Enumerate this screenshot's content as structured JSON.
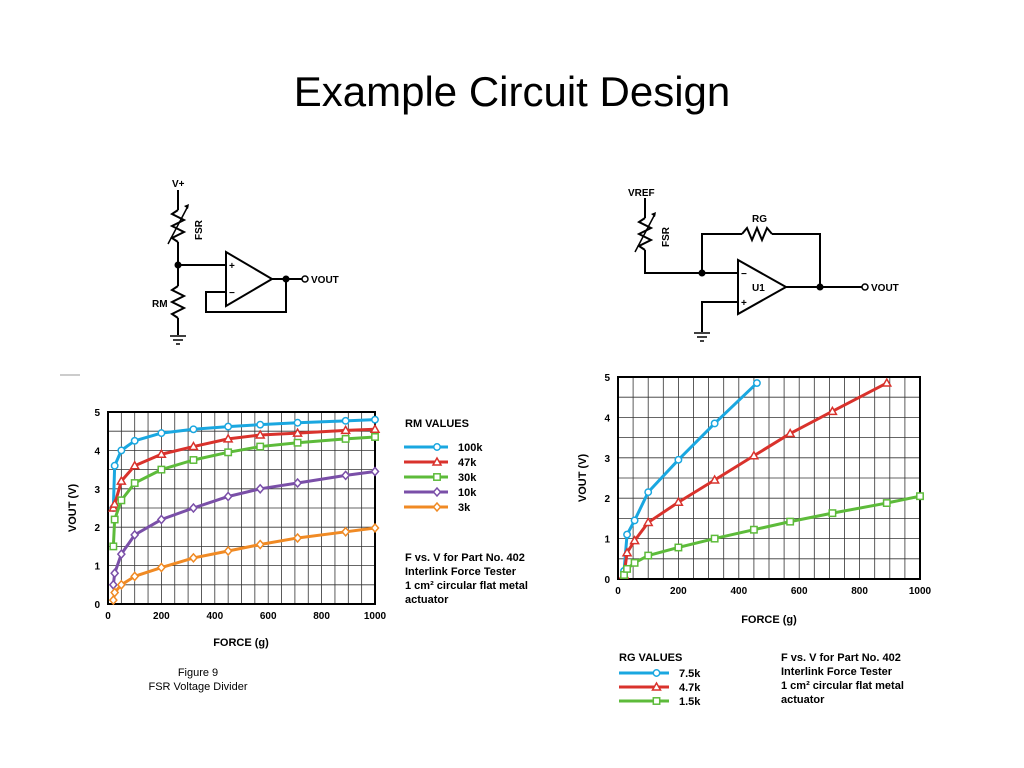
{
  "slide": {
    "title": "Example Circuit Design"
  },
  "circuit_left": {
    "supply_label": "V+",
    "sensor_label": "FSR",
    "resistor_label": "RM",
    "output_label": "VOUT",
    "opamp_plus": "+",
    "opamp_minus": "−"
  },
  "circuit_right": {
    "ref_label": "VREF",
    "sensor_label": "FSR",
    "feedback_label": "RG",
    "amp_label": "U1",
    "output_label": "VOUT",
    "opamp_plus": "+",
    "opamp_minus": "−"
  },
  "chart_data": [
    {
      "type": "line",
      "xlabel": "FORCE (g)",
      "ylabel": "VOUT (V)",
      "xlim": [
        0,
        1000
      ],
      "ylim": [
        0,
        5
      ],
      "xticks": [
        "0",
        "200",
        "400",
        "600",
        "800",
        "1000"
      ],
      "yticks": [
        "0",
        "1",
        "2",
        "3",
        "4",
        "5"
      ],
      "grid": true,
      "legend_title": "RM VALUES",
      "legend_position": "right",
      "note_lines": [
        "F vs. V for Part No. 402",
        "Interlink Force Tester",
        "1 cm² circular flat metal",
        "actuator"
      ],
      "caption_lines": [
        "Figure 9",
        "FSR Voltage Divider"
      ],
      "series": [
        {
          "name": "100k",
          "color": "#1aa7e0",
          "marker": "circle",
          "x": [
            20,
            25,
            50,
            100,
            200,
            320,
            450,
            570,
            710,
            890,
            1000
          ],
          "y": [
            2.5,
            3.6,
            4.0,
            4.25,
            4.45,
            4.55,
            4.62,
            4.67,
            4.72,
            4.77,
            4.8
          ]
        },
        {
          "name": "47k",
          "color": "#d9322c",
          "marker": "triangle",
          "x": [
            20,
            25,
            50,
            100,
            200,
            320,
            450,
            570,
            710,
            890,
            1000
          ],
          "y": [
            2.5,
            2.6,
            3.2,
            3.6,
            3.9,
            4.1,
            4.3,
            4.4,
            4.45,
            4.52,
            4.55
          ]
        },
        {
          "name": "30k",
          "color": "#5dbb3a",
          "marker": "square",
          "x": [
            20,
            25,
            50,
            100,
            200,
            320,
            450,
            570,
            710,
            890,
            1000
          ],
          "y": [
            1.5,
            2.2,
            2.7,
            3.15,
            3.5,
            3.75,
            3.95,
            4.1,
            4.2,
            4.3,
            4.35
          ]
        },
        {
          "name": "10k",
          "color": "#7a4fa8",
          "marker": "diamond",
          "x": [
            20,
            25,
            50,
            100,
            200,
            320,
            450,
            570,
            710,
            890,
            1000
          ],
          "y": [
            0.5,
            0.8,
            1.3,
            1.8,
            2.2,
            2.5,
            2.8,
            3.0,
            3.15,
            3.35,
            3.45
          ]
        },
        {
          "name": "3k",
          "color": "#f08a24",
          "marker": "diamond",
          "x": [
            20,
            25,
            50,
            100,
            200,
            320,
            450,
            570,
            710,
            890,
            1000
          ],
          "y": [
            0.1,
            0.3,
            0.5,
            0.72,
            0.95,
            1.2,
            1.38,
            1.55,
            1.72,
            1.88,
            1.98
          ]
        }
      ]
    },
    {
      "type": "line",
      "xlabel": "FORCE (g)",
      "ylabel": "VOUT (V)",
      "xlim": [
        0,
        1000
      ],
      "ylim": [
        0,
        5
      ],
      "xticks": [
        "0",
        "200",
        "400",
        "600",
        "800",
        "1000"
      ],
      "yticks": [
        "0",
        "1",
        "2",
        "3",
        "4",
        "5"
      ],
      "grid": true,
      "legend_title": "RG VALUES",
      "legend_position": "bottom",
      "note_lines": [
        "F vs. V for Part No. 402",
        "Interlink Force Tester",
        "1 cm² circular flat metal",
        "actuator"
      ],
      "series": [
        {
          "name": "7.5k",
          "color": "#1aa7e0",
          "marker": "circle",
          "x": [
            20,
            30,
            55,
            100,
            200,
            320,
            460
          ],
          "y": [
            0.2,
            1.1,
            1.45,
            2.15,
            2.95,
            3.85,
            4.85
          ]
        },
        {
          "name": "4.7k",
          "color": "#d9322c",
          "marker": "triangle",
          "x": [
            20,
            30,
            55,
            100,
            200,
            320,
            450,
            570,
            710,
            890
          ],
          "y": [
            0.1,
            0.65,
            0.95,
            1.4,
            1.9,
            2.45,
            3.05,
            3.6,
            4.15,
            4.85
          ]
        },
        {
          "name": "1.5k",
          "color": "#5dbb3a",
          "marker": "square",
          "x": [
            20,
            30,
            55,
            100,
            200,
            320,
            450,
            570,
            710,
            890,
            1000
          ],
          "y": [
            0.1,
            0.25,
            0.4,
            0.58,
            0.78,
            1.0,
            1.22,
            1.42,
            1.63,
            1.88,
            2.05
          ]
        }
      ]
    }
  ]
}
